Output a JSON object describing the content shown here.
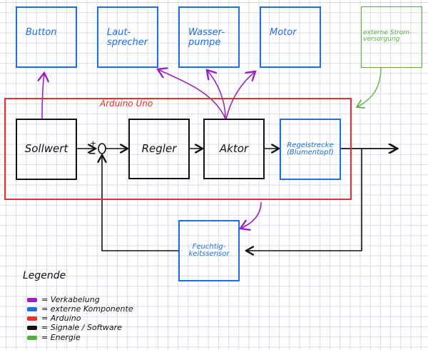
{
  "colors": {
    "wiring": "#9b1fc4",
    "external": "#1f6fe0",
    "arduino": "#e8302a",
    "signal": "#111111",
    "energy": "#58b13d"
  },
  "external_components": [
    {
      "id": "button",
      "label": "Button"
    },
    {
      "id": "lautsprecher",
      "label": "Laut-\nsprecher"
    },
    {
      "id": "wasserpumpe",
      "label": "Wasser-\npumpe"
    },
    {
      "id": "motor",
      "label": "Motor"
    }
  ],
  "power_supply": {
    "label": "externe Strom-\nversorgung"
  },
  "arduino": {
    "title": "Arduino Uno"
  },
  "control_loop": {
    "sollwert": "Sollwert",
    "summing_sign_plus": "+",
    "summing_sign_minus": "−",
    "regler": "Regler",
    "aktor": "Aktor",
    "regelstrecke": "Regelstrecke\n(Blumentopf)",
    "sensor": "Feuchtig-\nkeitssensor"
  },
  "legend": {
    "title": "Legende",
    "items": [
      {
        "label": "= Verkabelung",
        "color_key": "wiring"
      },
      {
        "label": "= externe Komponente",
        "color_key": "external"
      },
      {
        "label": "= Arduino",
        "color_key": "arduino"
      },
      {
        "label": "= Signale / Software",
        "color_key": "signal"
      },
      {
        "label": "= Energie",
        "color_key": "energy"
      }
    ]
  }
}
